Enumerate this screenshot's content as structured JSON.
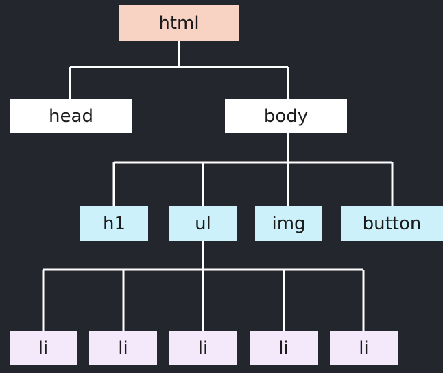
{
  "tree": {
    "root": {
      "label": "html"
    },
    "level1": [
      {
        "label": "head"
      },
      {
        "label": "body"
      }
    ],
    "level2": [
      {
        "label": "h1"
      },
      {
        "label": "ul"
      },
      {
        "label": "img"
      },
      {
        "label": "button"
      }
    ],
    "level3": [
      {
        "label": "li"
      },
      {
        "label": "li"
      },
      {
        "label": "li"
      },
      {
        "label": "li"
      },
      {
        "label": "li"
      }
    ]
  },
  "colors": {
    "background": "#24262e",
    "connector": "#ffffff",
    "root": "#f8d3c4",
    "level1": "#ffffff",
    "level2": "#cdf1fa",
    "level3": "#f4e8fb"
  }
}
